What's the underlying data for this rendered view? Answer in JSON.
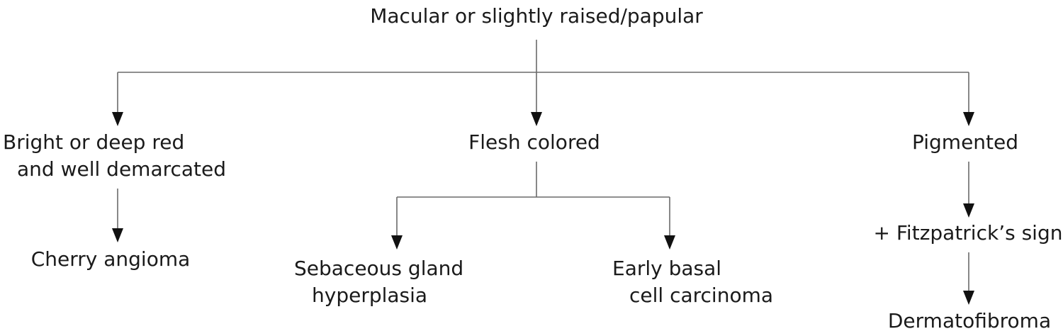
{
  "nodes": {
    "root": "Macular or slightly raised/papular",
    "red_line1": "Bright or deep red",
    "red_line2": "and well demarcated",
    "flesh": "Flesh colored",
    "pigmented": "Pigmented",
    "cherry": "Cherry angioma",
    "sebaceous_line1": "Sebaceous gland",
    "sebaceous_line2": "hyperplasia",
    "bcc_line1": "Early basal",
    "bcc_line2": "cell carcinoma",
    "fitzpatrick": "+ Fitzpatrick’s sign",
    "dermatofibroma": "Dermatofibroma"
  }
}
